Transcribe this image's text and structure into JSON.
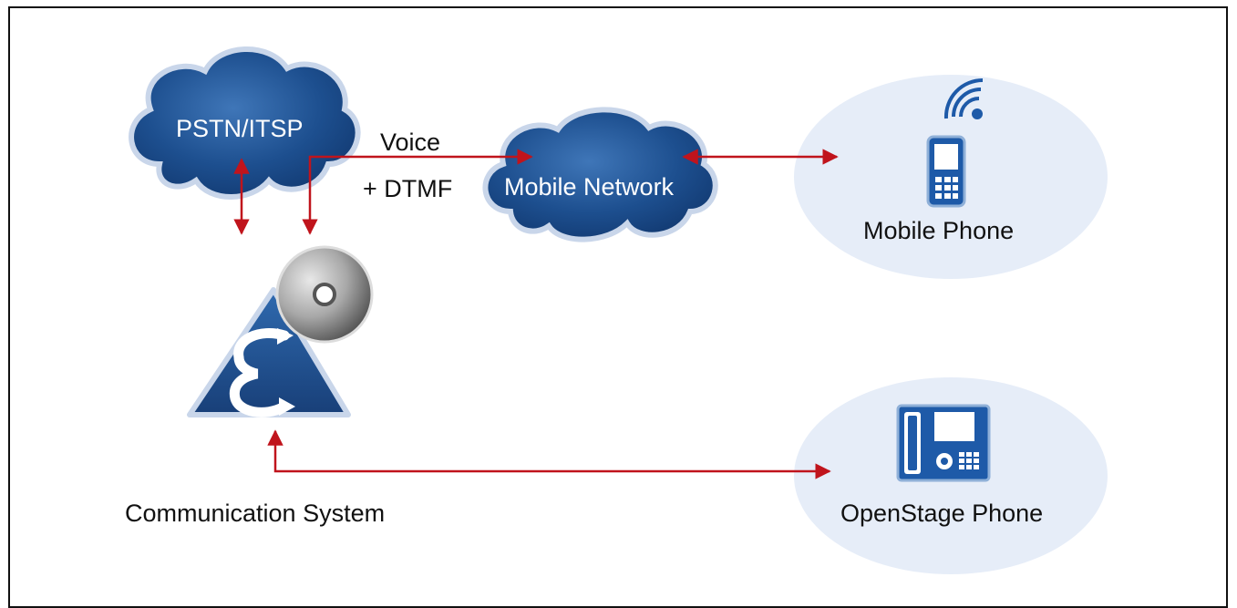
{
  "diagram": {
    "nodes": {
      "pstn": {
        "label": "PSTN/ITSP",
        "icon": "cloud-icon"
      },
      "mobile_network": {
        "label": "Mobile Network",
        "icon": "cloud-icon"
      },
      "mobile_phone": {
        "label": "Mobile Phone",
        "icon": "mobile-phone-icon"
      },
      "comm_system": {
        "label": "Communication System",
        "icon": "communication-system-icon"
      },
      "openstage": {
        "label": "OpenStage Phone",
        "icon": "desk-phone-icon"
      }
    },
    "edges": {
      "voice_label": "Voice",
      "dtmf_label": "+ DTMF"
    },
    "colors": {
      "arrow": "#c0141c",
      "cloud": "#1b4f8f",
      "ellipse": "#e6edf8",
      "triangle": "#1f5595"
    }
  }
}
